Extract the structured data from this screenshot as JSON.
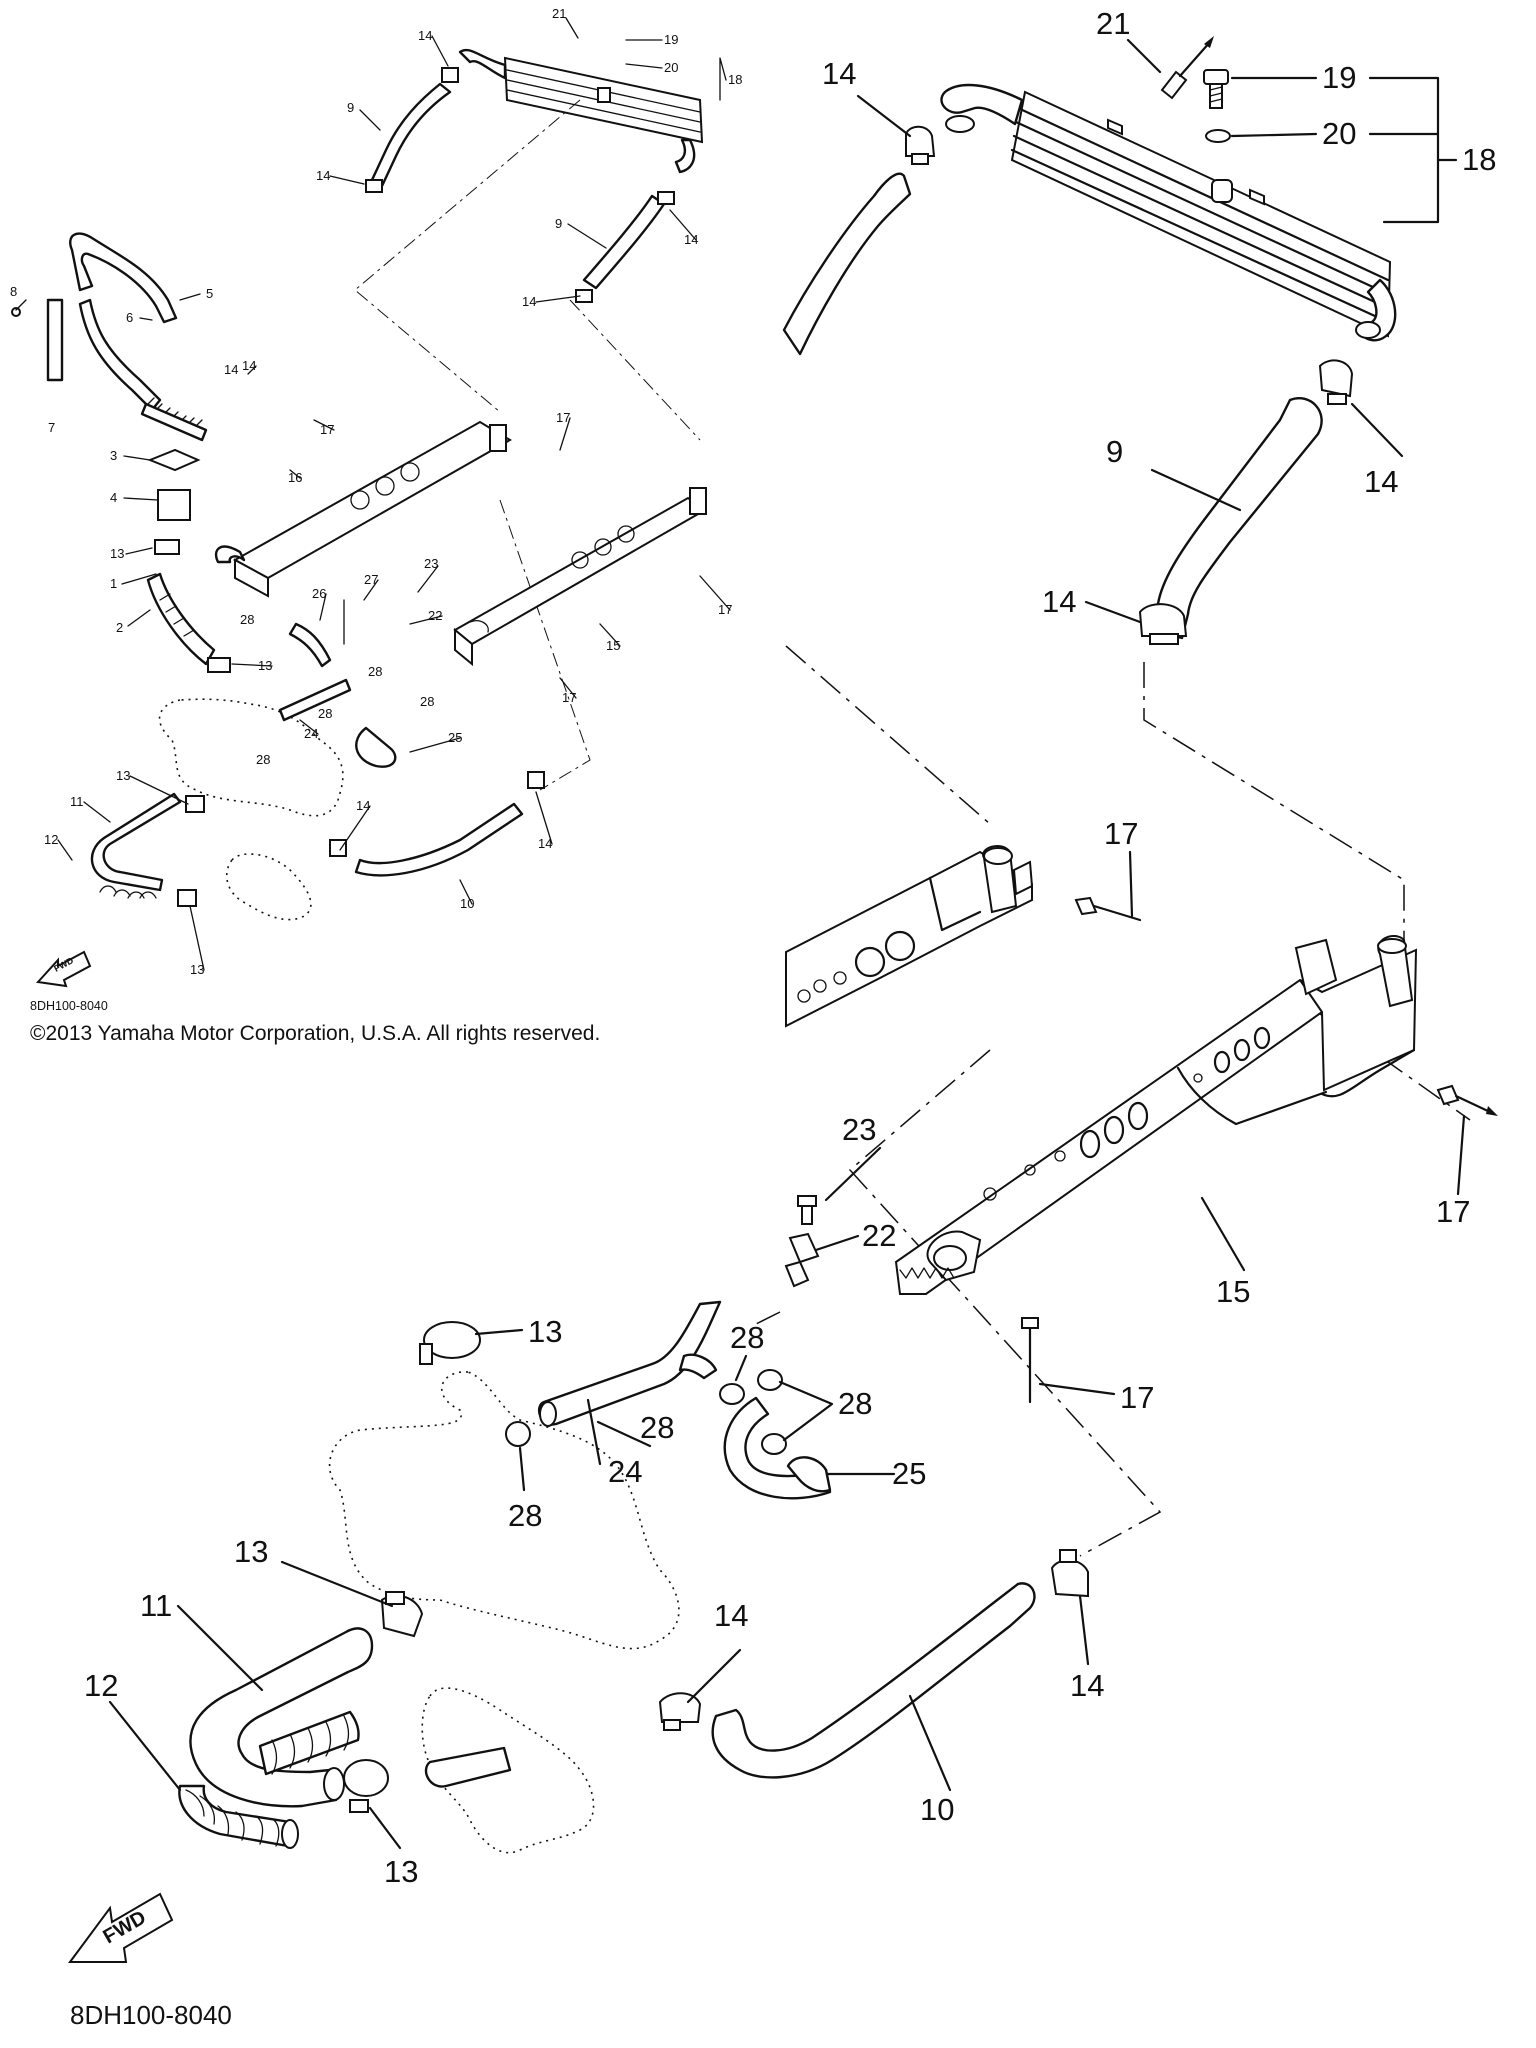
{
  "copyright": "©2013 Yamaha Motor Corporation, U.S.A. All rights reserved.",
  "diagram_code": "8DH100-8040",
  "fwd_label": "FWD",
  "overview_callouts": [
    {
      "label": "1"
    },
    {
      "label": "2"
    },
    {
      "label": "3"
    },
    {
      "label": "4"
    },
    {
      "label": "5"
    },
    {
      "label": "6"
    },
    {
      "label": "7"
    },
    {
      "label": "8"
    },
    {
      "label": "9"
    },
    {
      "label": "9"
    },
    {
      "label": "10"
    },
    {
      "label": "11"
    },
    {
      "label": "12"
    },
    {
      "label": "13"
    },
    {
      "label": "13"
    },
    {
      "label": "13"
    },
    {
      "label": "13"
    },
    {
      "label": "14"
    },
    {
      "label": "14"
    },
    {
      "label": "14"
    },
    {
      "label": "14"
    },
    {
      "label": "14"
    },
    {
      "label": "14"
    },
    {
      "label": "14"
    },
    {
      "label": "14"
    },
    {
      "label": "15"
    },
    {
      "label": "16"
    },
    {
      "label": "17"
    },
    {
      "label": "17"
    },
    {
      "label": "17"
    },
    {
      "label": "17"
    },
    {
      "label": "18"
    },
    {
      "label": "19"
    },
    {
      "label": "20"
    },
    {
      "label": "21"
    },
    {
      "label": "22"
    },
    {
      "label": "23"
    },
    {
      "label": "24"
    },
    {
      "label": "25"
    },
    {
      "label": "26"
    },
    {
      "label": "27"
    },
    {
      "label": "28"
    },
    {
      "label": "28"
    },
    {
      "label": "28"
    },
    {
      "label": "28"
    },
    {
      "label": "28"
    }
  ],
  "detail_callouts": [
    {
      "label": "21"
    },
    {
      "label": "19"
    },
    {
      "label": "20"
    },
    {
      "label": "18"
    },
    {
      "label": "14"
    },
    {
      "label": "14"
    },
    {
      "label": "9"
    },
    {
      "label": "14"
    },
    {
      "label": "17"
    },
    {
      "label": "17"
    },
    {
      "label": "23"
    },
    {
      "label": "22"
    },
    {
      "label": "15"
    },
    {
      "label": "17"
    },
    {
      "label": "13"
    },
    {
      "label": "28"
    },
    {
      "label": "28"
    },
    {
      "label": "28"
    },
    {
      "label": "24"
    },
    {
      "label": "25"
    },
    {
      "label": "28"
    },
    {
      "label": "13"
    },
    {
      "label": "11"
    },
    {
      "label": "12"
    },
    {
      "label": "14"
    },
    {
      "label": "14"
    },
    {
      "label": "10"
    },
    {
      "label": "13"
    }
  ]
}
